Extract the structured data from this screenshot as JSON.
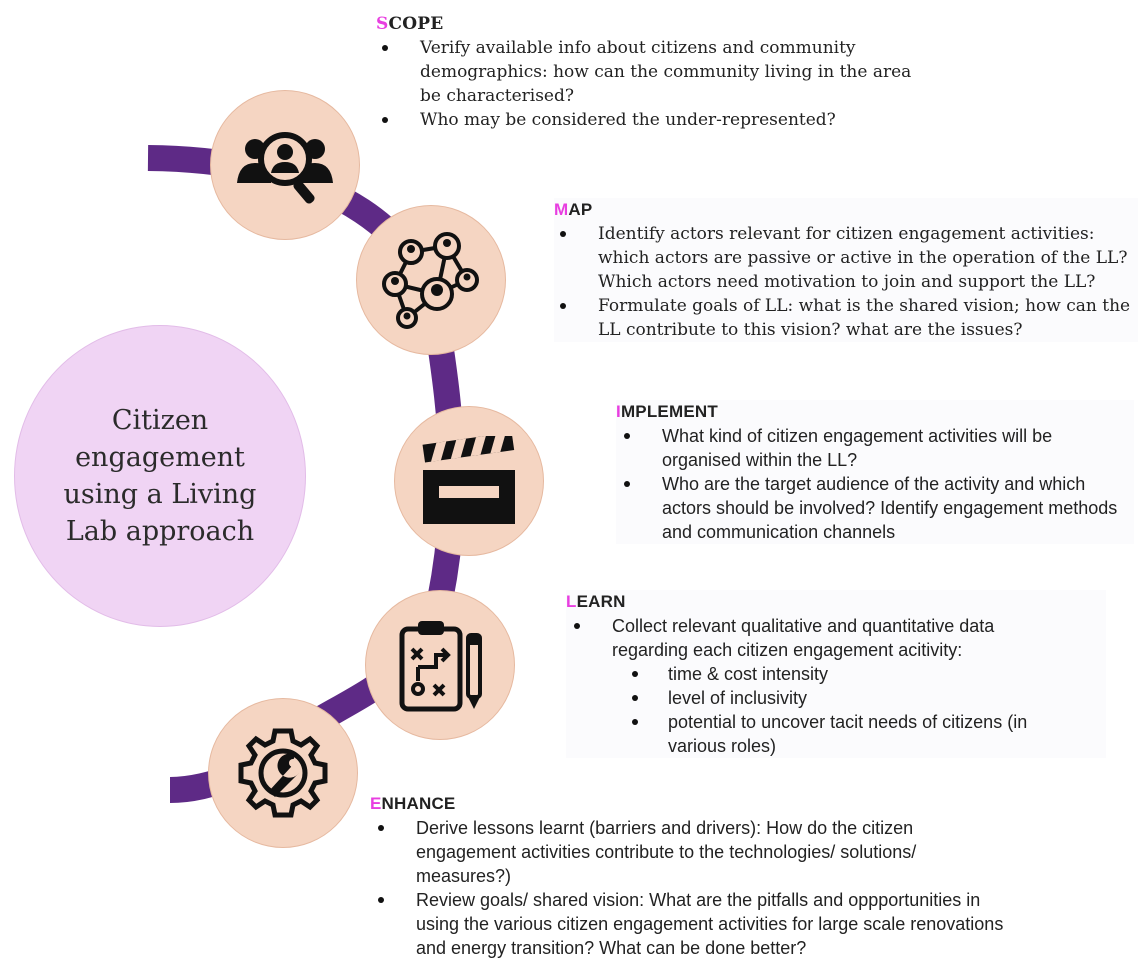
{
  "center": {
    "text": "Citizen engagement using a Living Lab approach"
  },
  "steps": [
    {
      "letter": "S",
      "rest": "COPE",
      "icon": "user-search-icon",
      "bullets": [
        "Verify available info about citizens and community demographics: how can the community living in the area be characterised?",
        "Who may be considered the under-represented?"
      ]
    },
    {
      "letter": "M",
      "rest": "AP",
      "icon": "network-icon",
      "bullets": [
        "Identify actors relevant for citizen engagement activities: which actors are passive or active in the operation of the LL? Which actors need motivation to join and support the LL?",
        "Formulate goals of LL: what is the shared vision; how can the LL contribute to this vision? what are the issues?"
      ]
    },
    {
      "letter": "I",
      "rest": "MPLEMENT",
      "icon": "clapperboard-icon",
      "bullets": [
        "What kind of citizen engagement activities will be organised within the LL?",
        "Who are the target audience of the activity and which actors should be involved? Identify engagement methods and communication channels"
      ]
    },
    {
      "letter": "L",
      "rest": "EARN",
      "icon": "strategy-clipboard-icon",
      "bullets": [
        "Collect relevant qualitative and quantitative data regarding each citizen engagement acitivity:"
      ],
      "sub_bullets": [
        "time & cost intensity",
        "level of inclusivity",
        "potential to uncover tacit needs of citizens (in various roles)"
      ]
    },
    {
      "letter": "E",
      "rest": "NHANCE",
      "icon": "gear-wrench-icon",
      "bullets": [
        "Derive lessons learnt (barriers and drivers): How do the citizen engagement activities contribute to the technologies/ solutions/ measures?)",
        "Review goals/ shared vision: What are the pitfalls and oppportunities in using the various citizen engagement activities for large scale renovations and energy transition? What can be done better?"
      ]
    }
  ],
  "colors": {
    "arc": "#5e2a86",
    "step_fill": "#f5d5c2",
    "center_fill": "#f0d4f4",
    "accent_letter": "#e83ee0",
    "icon": "#111111"
  }
}
